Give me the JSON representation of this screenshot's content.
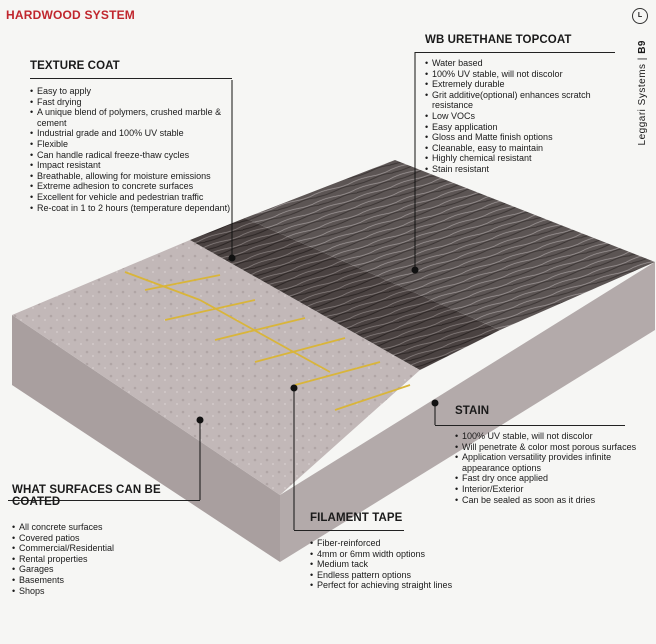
{
  "header": {
    "title": "HARDWOOD SYSTEM",
    "side_brand": "Leggari Systems",
    "side_page": "B9",
    "logo_text": "L"
  },
  "colors": {
    "title_red": "#c0262d",
    "concrete": "#bdb2b2",
    "wood_dark": "#3a3332",
    "wood_light": "#6b6463",
    "tape": "#d9b53a"
  },
  "sections": {
    "texture_coat": {
      "title": "TEXTURE COAT",
      "items": [
        "Easy to apply",
        "Fast drying",
        "A unique blend of polymers, crushed marble & cement",
        "Industrial grade and 100% UV stable",
        "Flexible",
        "Can handle radical freeze-thaw cycles",
        "Impact resistant",
        "Breathable, allowing for moisture emissions",
        "Extreme adhesion to concrete surfaces",
        "Excellent for vehicle and pedestrian traffic",
        "Re-coat in 1 to 2 hours (temperature dependant)"
      ]
    },
    "topcoat": {
      "title": "WB URETHANE TOPCOAT",
      "items": [
        "Water based",
        "100% UV stable, will not discolor",
        "Extremely durable",
        "Grit additive(optional) enhances scratch resistance",
        "Low VOCs",
        "Easy application",
        "Gloss and Matte finish options",
        "Cleanable, easy to maintain",
        "Highly chemical resistant",
        "Stain resistant"
      ]
    },
    "stain": {
      "title": "STAIN",
      "items": [
        "100% UV stable, will not discolor",
        "Will penetrate & color most porous surfaces",
        "Application versatility provides infinite appearance options",
        "Fast dry once applied",
        "Interior/Exterior",
        "Can be sealed as soon as it dries"
      ]
    },
    "surfaces": {
      "title": "WHAT SURFACES CAN BE COATED",
      "items": [
        "All concrete surfaces",
        "Covered patios",
        "Commercial/Residential",
        "Rental properties",
        "Garages",
        "Basements",
        "Shops"
      ]
    },
    "filament_tape": {
      "title": "FILAMENT TAPE",
      "items": [
        "Fiber-reinforced",
        "4mm or 6mm width options",
        "Medium tack",
        "Endless pattern options",
        "Perfect for achieving straight lines"
      ]
    }
  }
}
